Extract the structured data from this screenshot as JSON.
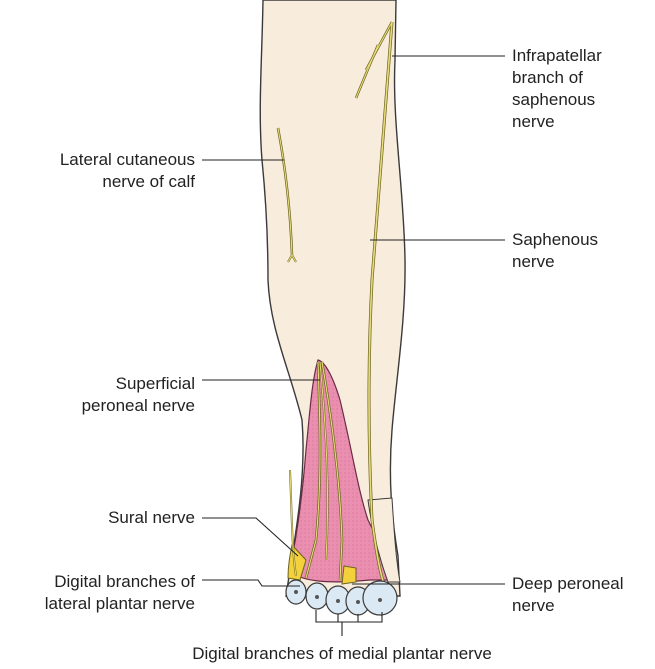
{
  "colors": {
    "skin": "#f8ecdc",
    "skin_outline": "#3a3a3a",
    "pink_region": "#ea8fb0",
    "pink_outline": "#6a2a44",
    "nerve": "#e8dc78",
    "nerve_outline": "#6b6420",
    "toe_fill": "#dbe9f4",
    "yellow_patch": "#f4d13a",
    "leader": "#222222",
    "text": "#222222"
  },
  "labels": {
    "infrapatellar": [
      "Infrapatellar",
      "branch of",
      "saphenous",
      "nerve"
    ],
    "lateral_cutaneous": [
      "Lateral cutaneous",
      "nerve of calf"
    ],
    "saphenous": [
      "Saphenous",
      "nerve"
    ],
    "superficial_peroneal": [
      "Superficial",
      "peroneal nerve"
    ],
    "sural": [
      "Sural nerve"
    ],
    "digital_lateral": [
      "Digital branches of",
      "lateral plantar nerve"
    ],
    "deep_peroneal": [
      "Deep peroneal",
      "nerve"
    ],
    "digital_medial": [
      "Digital branches of medial plantar nerve"
    ]
  }
}
